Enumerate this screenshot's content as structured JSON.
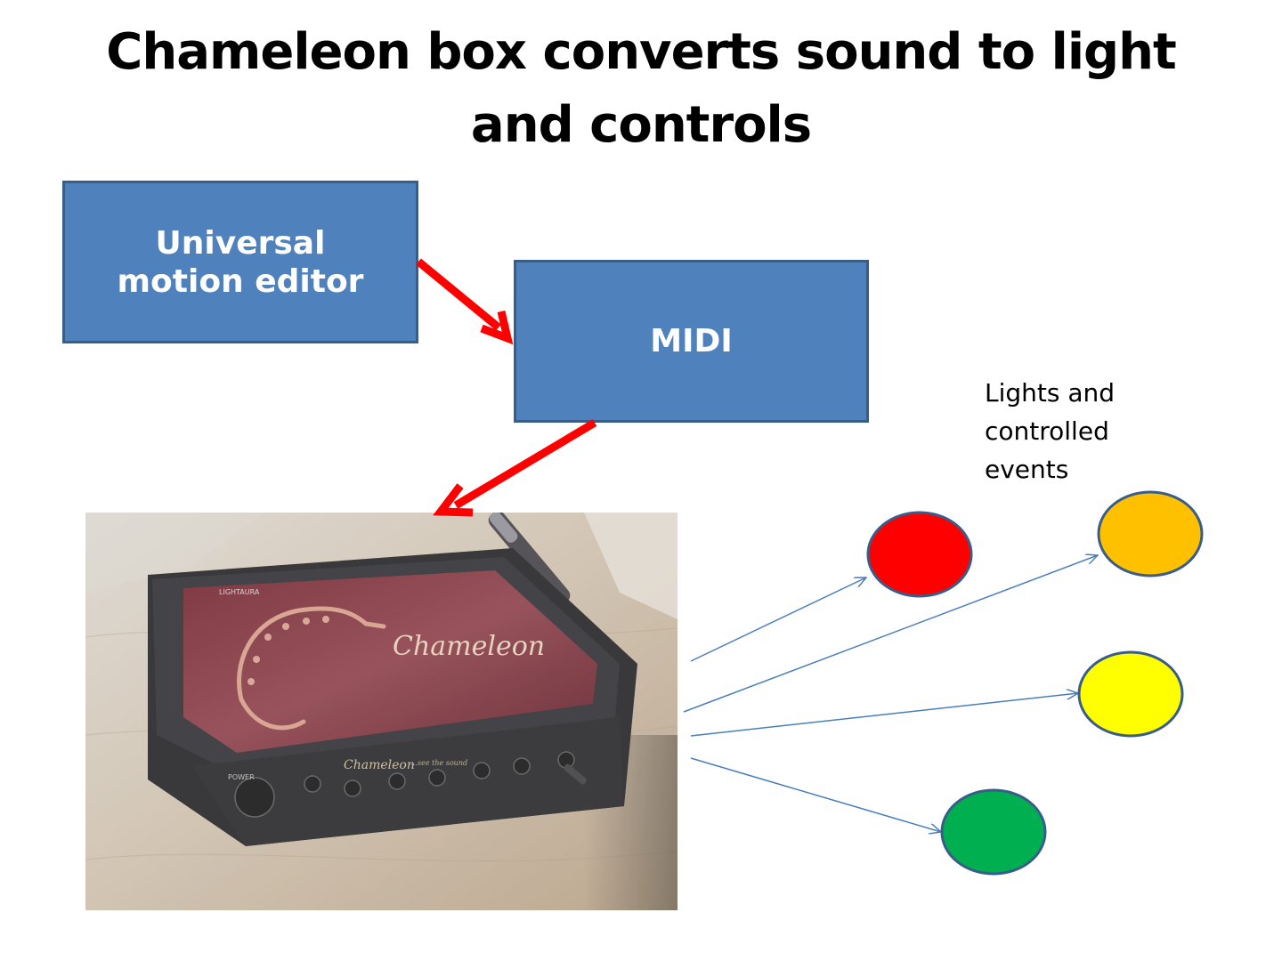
{
  "title": "Chameleon box converts sound to light and controls",
  "boxes": {
    "editor": "Universal\nmotion editor",
    "midi": "MIDI"
  },
  "note": "Lights and\ncontrolled\nevents",
  "photo": {
    "device_brand": "LIGHTAURA",
    "device_logo": "Chameleon",
    "device_front_logo": "Chameleon",
    "device_front_caption": "…see the sound",
    "power_label": "POWER"
  },
  "colors": {
    "box_fill": "#4f81bd",
    "box_border": "#385d8a",
    "red_arrow": "#ff0000",
    "thin_arrow": "#4a7ebb",
    "light_red": "#ff0000",
    "light_orange": "#ffc000",
    "light_yellow": "#ffff00",
    "light_green": "#00b050",
    "light_border": "#385d8a"
  },
  "icons": [
    "red-arrow",
    "thin-arrow",
    "circle-light"
  ]
}
